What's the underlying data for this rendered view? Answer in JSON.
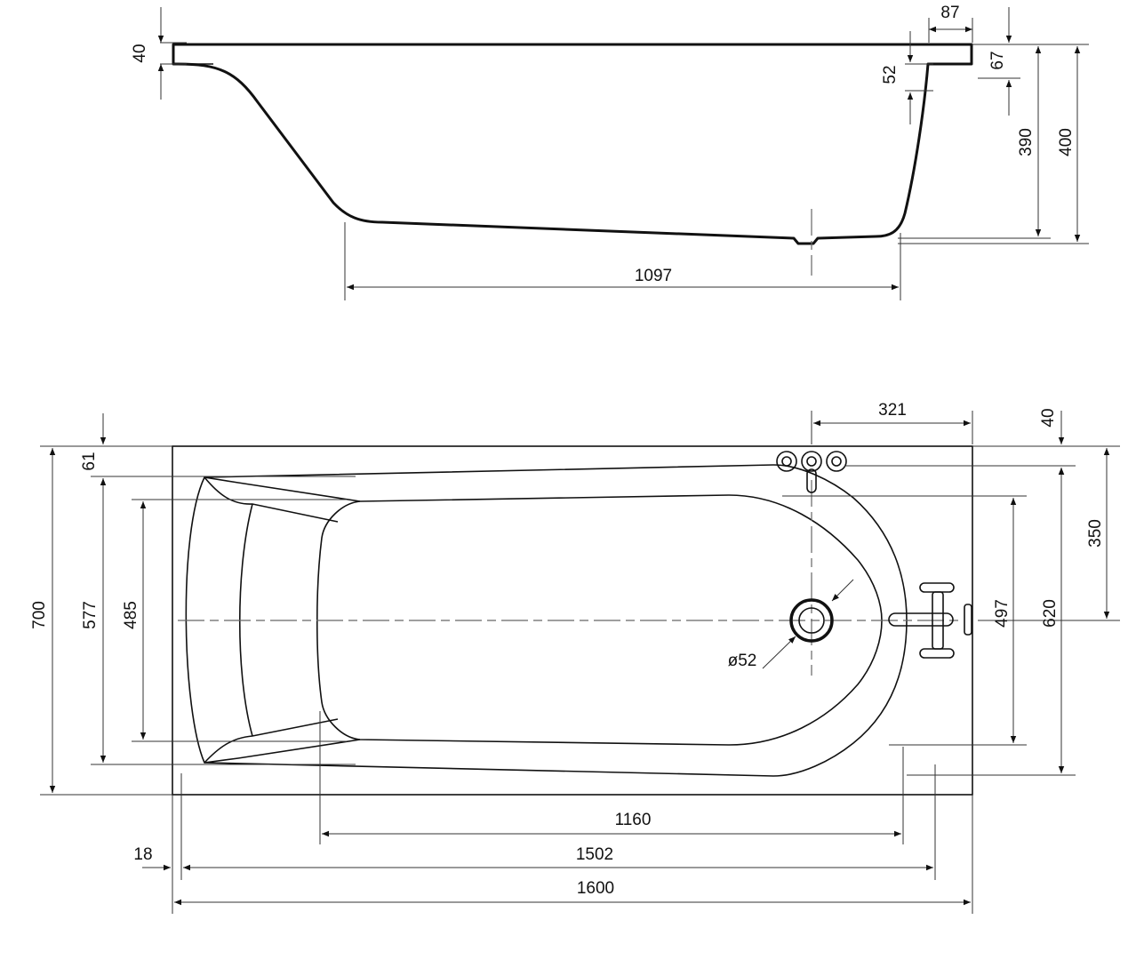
{
  "drawing": {
    "type": "technical-drawing",
    "subject": "rectangular bathtub",
    "units": "mm",
    "colors": {
      "line": "#111111",
      "dimension": "#333333",
      "background": "#ffffff"
    }
  },
  "side_view": {
    "labels": {
      "rim_left_thickness": "40",
      "rim_right_width": "87",
      "rim_right_thickness": "52",
      "rim_right_height": "67",
      "inner_depth": "390",
      "total_height": "400",
      "bottom_length": "1097"
    }
  },
  "top_view": {
    "labels": {
      "overflow_offset": "321",
      "rim_top_offset_right": "40",
      "half_width_to_drain": "350",
      "inner_width_right": "497",
      "inner_width_total_right": "620",
      "rim_top_offset_left": "61",
      "total_width": "700",
      "inner_width_left": "577",
      "headrest_width": "485",
      "drain_diameter": "ø52",
      "bottom_inner_length": "1160",
      "wall_offset": "18",
      "inner_length": "1502",
      "total_length": "1600"
    },
    "icons": [
      "overflow-faucet-icon",
      "tap-handle-icon",
      "drain-icon",
      "mixer-tap-icon"
    ]
  }
}
